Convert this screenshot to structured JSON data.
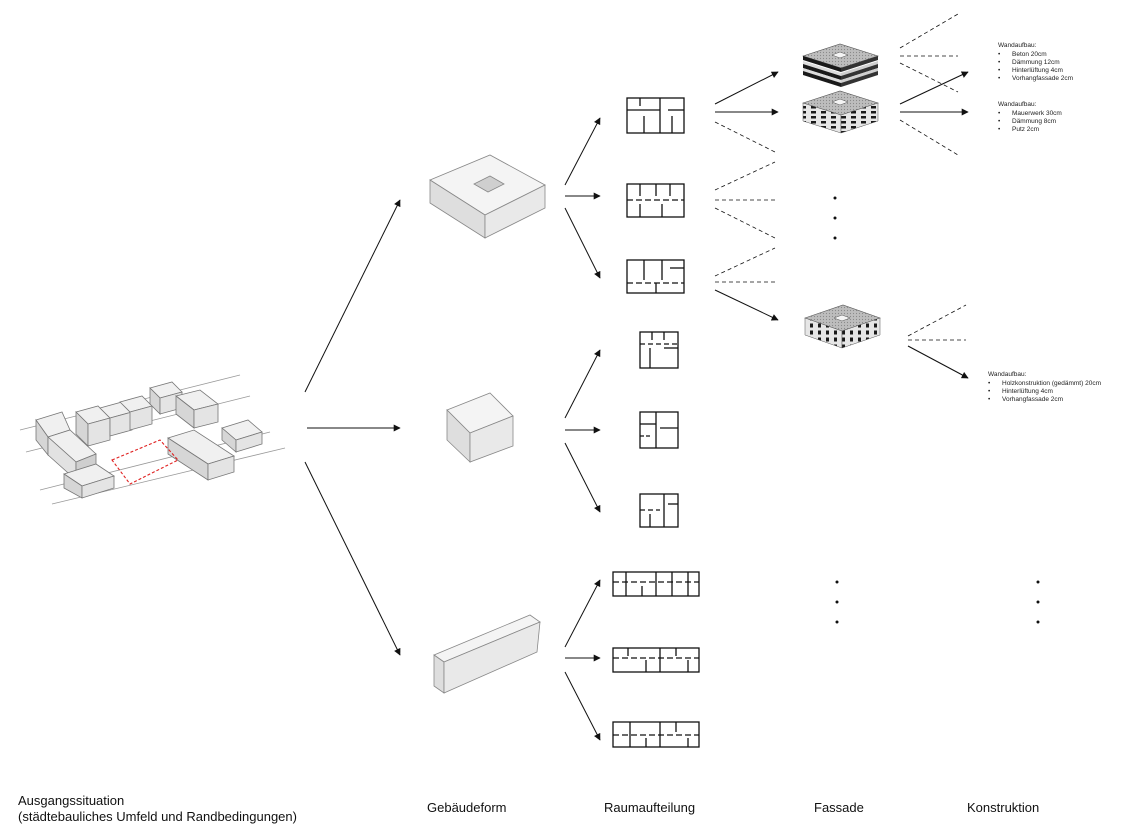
{
  "stages": {
    "ausgang": "Ausgangssituation",
    "ausgang_sub": "(städtebauliches Umfeld und Randbedingungen)",
    "form": "Gebäudeform",
    "raum": "Raumaufteilung",
    "fassade": "Fassade",
    "konstruktion": "Konstruktion"
  },
  "wandaufbau": [
    {
      "title": "Wandaufbau:",
      "items": [
        "Beton 20cm",
        "Dämmung 12cm",
        "Hinterlüftung 4cm",
        "Vorhangfassade 2cm"
      ]
    },
    {
      "title": "Wandaufbau:",
      "items": [
        "Mauerwerk 30cm",
        "Dämmung 8cm",
        "Putz 2cm"
      ]
    },
    {
      "title": "Wandaufbau:",
      "items": [
        "Holzkonstruktion (gedämmt) 20cm",
        "Hinterlüftung 4cm",
        "Vorhangfassade 2cm"
      ]
    }
  ],
  "colors": {
    "line": "#111111",
    "site_outline": "#e02020",
    "block_top": "#f2f2f2",
    "block_side": "#dcdcdc"
  }
}
